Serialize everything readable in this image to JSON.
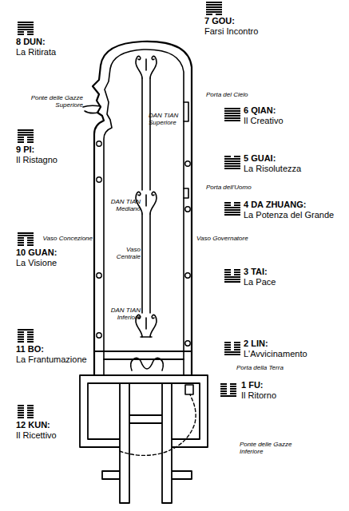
{
  "diagram": {
    "labels": [
      "7 GOU:",
      "Farsi Incontro",
      "8 DUN:",
      "La Ritirata",
      "Ponte delle Gazze Superiore",
      "Porta del Cielo",
      "6 QIAN:",
      "Il Creativo",
      "DAN TIAN Superiore",
      "9 PI:",
      "Il Ristagno",
      "5 GUAI:",
      "La Risolutezza",
      "Porta dell'Uomo",
      "4 DA ZHUANG:",
      "La Potenza del Grande",
      "DAN TIAN Mediano",
      "Vaso Concezione",
      "Vaso Governatore",
      "10 GUAN:",
      "La Visione",
      "Vaso Centrale",
      "3 TAI:",
      "La Pace",
      "DAN TIAN Inferiore",
      "11 BO:",
      "La Frantumazione",
      "2 LIN:",
      "L'Avvicinamento",
      "Porta della Terra",
      "1 FU:",
      "Il Ritorno",
      "12 KUN:",
      "Il Ricettivo",
      "Ponte delle Gazze Inferiore"
    ]
  }
}
